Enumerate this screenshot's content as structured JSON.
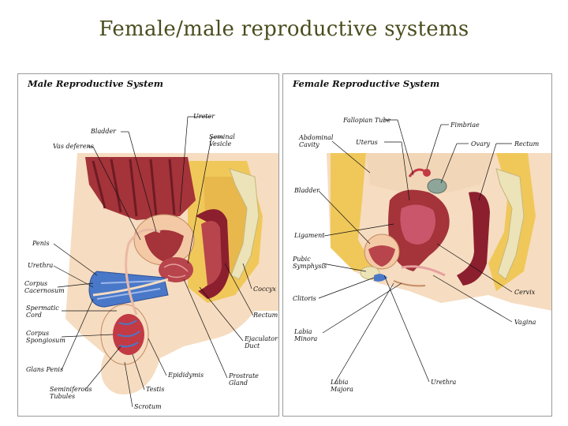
{
  "slide_title": "Female/male reproductive systems",
  "male": {
    "title": "Male Reproductive System",
    "labels": {
      "ureter": "Ureter",
      "bladder": "Bladder",
      "seminal_vesicle": "Seminal\nVesicle",
      "vas_deferens": "Vas deferens",
      "penis": "Penis",
      "urethra": "Urethra",
      "corpus_cavernosum": "Corpus\nCacernosum",
      "spermatic_cord": "Spermatic\nCord",
      "corpus_spongiosum": "Corpus\nSpongiosum",
      "glans_penis": "Glans Penis",
      "seminiferous_tubules": "Seminiferous\nTubules",
      "scrotum": "Scrotum",
      "testis": "Testis",
      "epididymis": "Epididymis",
      "prostate_gland": "Prostrate\nGland",
      "ejaculatory_duct": "Ejaculator\nDuct",
      "rectum": "Rectum",
      "coccyx": "Coccyx"
    }
  },
  "female": {
    "title": "Female Reproductive System",
    "labels": {
      "fallopian_tube": "Fallopian Tube",
      "fimbriae": "Fimbriae",
      "abdominal_cavity": "Abdominal\nCavity",
      "uterus": "Uterus",
      "ovary": "Ovary",
      "rectum": "Rectum",
      "bladder": "Bladder",
      "ligament": "Ligament",
      "pubic_symphysis": "Pubic\nSymphysis",
      "clitoris": "Clitoris",
      "cervix": "Cervix",
      "vagina": "Vagina",
      "labia_minora": "Labia\nMinora",
      "labia_majora": "Labia\nMajora",
      "urethra": "Urethra"
    }
  },
  "colors": {
    "title_text": "#4a4d1e",
    "skin": "#f6dcc0",
    "fat": "#f0c85a",
    "muscle": "#a4333a",
    "muscle_dark": "#6e1b24",
    "blue_tissue": "#4a78c8",
    "bone": "#ece3b8"
  }
}
